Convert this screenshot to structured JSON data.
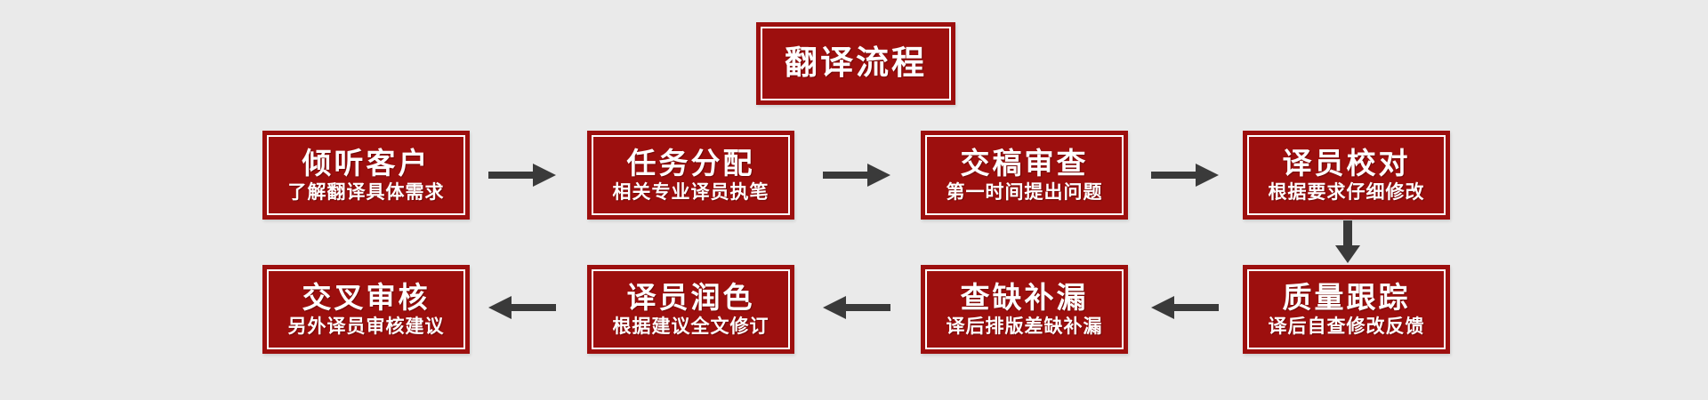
{
  "page": {
    "background_color": "#EAEAEA"
  },
  "colors": {
    "box_fill_red": "#9D0F0E",
    "box_inner_border": "#FFFFFF",
    "box_text": "#FFFFFF",
    "arrow_gray": "#3A3A3A"
  },
  "title": {
    "label": "翻译流程"
  },
  "flow": {
    "row1": [
      {
        "title": "倾听客户",
        "subtitle": "了解翻译具体需求"
      },
      {
        "title": "任务分配",
        "subtitle": "相关专业译员执笔"
      },
      {
        "title": "交稿审查",
        "subtitle": "第一时间提出问题"
      },
      {
        "title": "译员校对",
        "subtitle": "根据要求仔细修改"
      }
    ],
    "row2": [
      {
        "title": "交叉审核",
        "subtitle": "另外译员审核建议"
      },
      {
        "title": "译员润色",
        "subtitle": "根据建议全文修订"
      },
      {
        "title": "查缺补漏",
        "subtitle": "译后排版差缺补漏"
      },
      {
        "title": "质量跟踪",
        "subtitle": "译后自查修改反馈"
      }
    ],
    "sequence_note": "row1 flows left-to-right, then down from 译员校对 to 质量跟踪, then row2 flows right-to-left"
  },
  "icons": {
    "right_arrow": "arrow-right-icon",
    "left_arrow": "arrow-left-icon",
    "down_arrow": "arrow-down-icon"
  }
}
